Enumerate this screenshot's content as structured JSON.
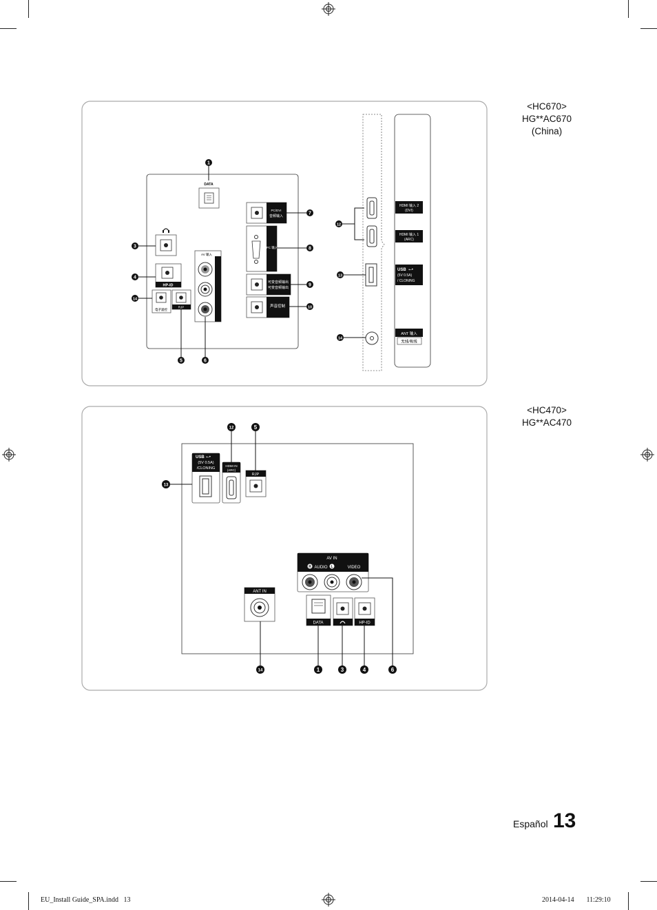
{
  "models": {
    "top_lines": [
      "<HC670>",
      "HG**AC670",
      "(China)"
    ],
    "bottom_lines": [
      "<HC470>",
      "HG**AC470"
    ]
  },
  "page": {
    "language": "Español",
    "number": "13"
  },
  "footer": {
    "file": "EU_Install Guide_SPA.indd   13",
    "date": "2014-04-14   \u0000 11:29:10"
  },
  "top_panel": {
    "data": "DATA",
    "hp_id": "HP-ID",
    "rjp": "RJP",
    "elec_label": "电子遥控",
    "av_in": "AV 输入",
    "pc_dvi": "PC/DVI",
    "audio_in": "音频输入",
    "pc_in": "PC 输入",
    "var_out_1": "可变音频输出",
    "var_out_2": "可变音频输出",
    "sound_ctrl": "声音控制",
    "hdmi2_1": "HDMI 输入 2",
    "hdmi2_2": "(DVI)",
    "hdmi1_1": "HDMI 输入 1",
    "hdmi1_2": "(ARC)",
    "usb_1": "USB",
    "usb_2": "(5V 0.5A)",
    "usb_3": "/ CLONING",
    "ant_1": "ANT  输入",
    "ant_2": "无线/有线",
    "callouts": [
      "1",
      "3",
      "4",
      "14",
      "5",
      "6",
      "7",
      "8",
      "9",
      "10",
      "12",
      "13",
      "14"
    ]
  },
  "bottom_panel": {
    "usb_1": "USB",
    "usb_2": "(5V 0.5A)",
    "usb_3": "/CLONING",
    "hdmi_1": "HDMI IN",
    "hdmi_2": "(ARC)",
    "rjp": "RJP",
    "av_in": "AV IN",
    "audio": "AUDIO",
    "video": "VIDEO",
    "ant_in": "ANT IN",
    "data": "DATA",
    "hp_id": "HP-ID",
    "callouts": [
      "12",
      "5",
      "13",
      "14",
      "1",
      "3",
      "4",
      "6"
    ]
  }
}
